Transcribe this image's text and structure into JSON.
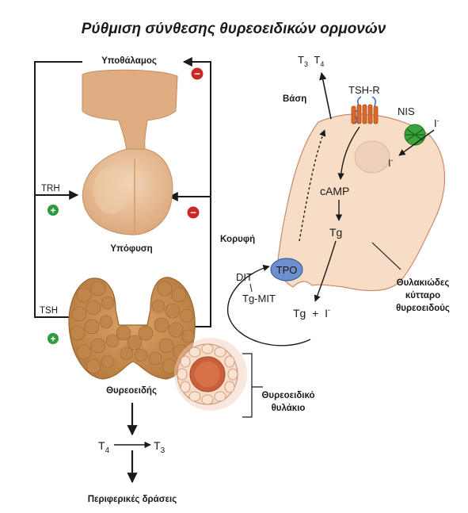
{
  "title": "Ρύθμιση σύνθεσης θυρεοειδικών ορμονών",
  "labels": {
    "hypothalamus": "Υποθάλαμος",
    "pituitary": "Υπόφυση",
    "thyroid": "Θυρεοειδής",
    "follicle_line1": "Θυρεοειδικό",
    "follicle_line2": "θυλάκιο",
    "cell_line1": "Θυλακιώδες",
    "cell_line2": "κύτταρο",
    "cell_line3": "θυρεοειδούς",
    "base": "Βάση",
    "apex": "Κορυφή",
    "peripheral": "Περιφερικές δράσεις",
    "trh": "TRH",
    "tsh": "TSH",
    "t3": "T",
    "t3_sub": "3",
    "t4": "T",
    "t4_sub": "4",
    "secreted_t3": "T",
    "secreted_t3_sub": "3",
    "secreted_t4": "T",
    "secreted_t4_sub": "4",
    "tsh_r": "TSH-R",
    "nis": "NIS",
    "iodide_out": "I",
    "iodide_out_sup": "-",
    "iodide_in": "I",
    "iodide_in_sup": "-",
    "camp": "cAMP",
    "tg_inner": "Tg",
    "tpo": "TPO",
    "dit": "DIT",
    "tg_mit": "Tg-MIT",
    "tg_plus_i": "Tg  +  I",
    "tg_plus_i_sup": "-",
    "plus": "+",
    "minus": "−"
  },
  "colors": {
    "gland_tan": "#e4b48a",
    "gland_light": "#f1d2b2",
    "gland_dark": "#c88c5c",
    "thyroid": "#c98f4e",
    "thyroid_dark": "#9a6530",
    "cell": "#f7dcc6",
    "receptor": "#d96a2b",
    "nis": "#3aa63a",
    "tpo": "#6e8fce",
    "plus_green": "#2e9a3e",
    "minus_red": "#cc2727"
  }
}
